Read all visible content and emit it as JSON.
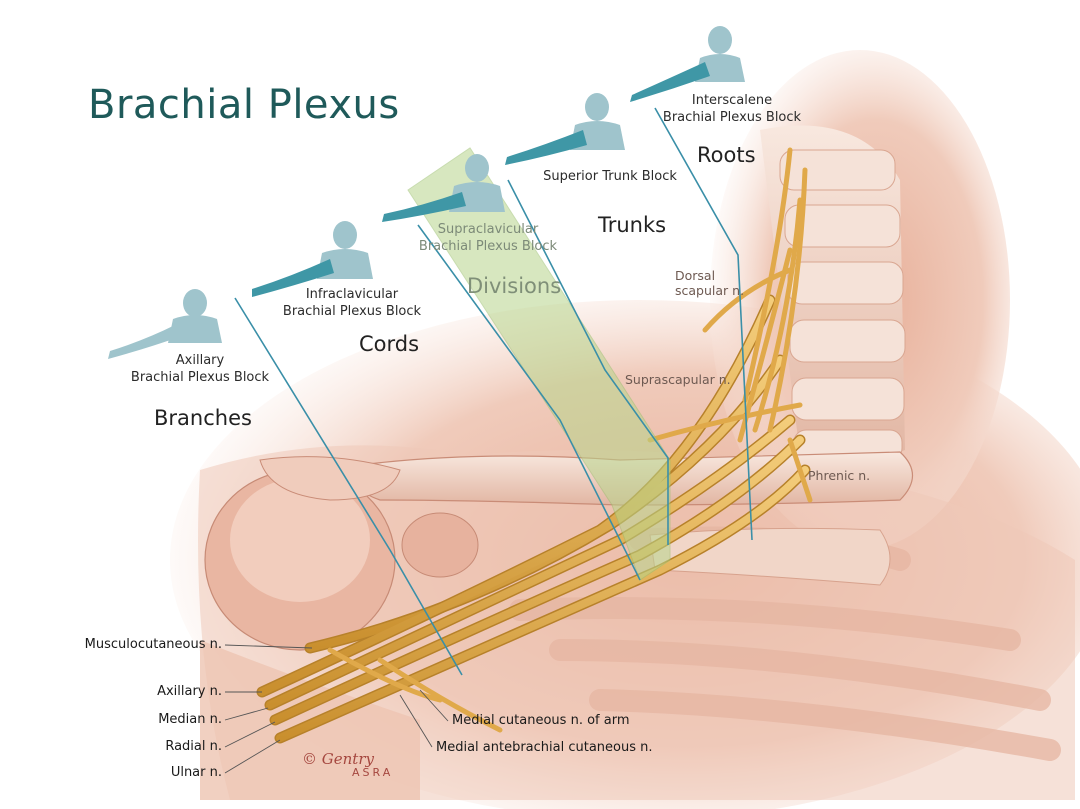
{
  "title": "Brachial Plexus",
  "blocks": {
    "interscalene": [
      "Interscalene",
      "Brachial Plexus Block"
    ],
    "superior_trunk": [
      "Superior Trunk Block"
    ],
    "supraclavicular": [
      "Supraclavicular",
      "Brachial Plexus Block"
    ],
    "infraclavicular": [
      "Infraclavicular",
      "Brachial Plexus Block"
    ],
    "axillary": [
      "Axillary",
      "Brachial Plexus Block"
    ]
  },
  "regions": {
    "roots": "Roots",
    "trunks": "Trunks",
    "divisions": "Divisions",
    "cords": "Cords",
    "branches": "Branches"
  },
  "anatomy": {
    "dorsal_scapular": [
      "Dorsal",
      "scapular n."
    ],
    "suprascapular": "Suprascapular n.",
    "phrenic": "Phrenic n."
  },
  "nerves_left": {
    "musculocutaneous": "Musculocutaneous n.",
    "axillary": "Axillary n.",
    "median": "Median n.",
    "radial": "Radial n.",
    "ulnar": "Ulnar n."
  },
  "nerves_right": {
    "medial_cutaneous_arm": "Medial cutaneous n. of arm",
    "medial_antebrachial": "Medial antebrachial cutaneous n."
  },
  "credit": {
    "signature": "Gentry",
    "org": "ASRA"
  },
  "colors": {
    "title": "#1f5a5a",
    "figure": "#9fc4cc",
    "figure_highlight": "#3f97a6",
    "nerve": "#e1ad4a",
    "tissue": "#e9bfac",
    "bone": "#f3ddd0",
    "divisions_band": "#b7d58b",
    "guide_line": "#3a8fa8"
  }
}
